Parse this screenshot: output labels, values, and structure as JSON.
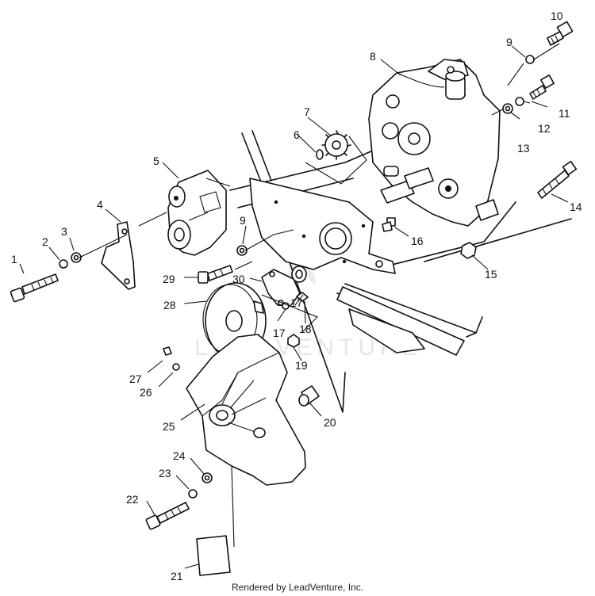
{
  "callouts": {
    "c1": "1",
    "c2": "2",
    "c3": "3",
    "c4": "4",
    "c5": "5",
    "c6": "6",
    "c7": "7",
    "c8": "8",
    "c9a": "9",
    "c9b": "9",
    "c10": "10",
    "c11": "11",
    "c12": "12",
    "c13": "13",
    "c14": "14",
    "c15": "15",
    "c16": "16",
    "c17a": "17",
    "c17b": "17",
    "c18": "18",
    "c19": "19",
    "c20": "20",
    "c21": "21",
    "c22": "22",
    "c23": "23",
    "c24": "24",
    "c25": "25",
    "c26": "26",
    "c27": "27",
    "c28": "28",
    "c29": "29",
    "c30": "30"
  },
  "watermark": "LEADVENTURE",
  "footer": {
    "credit": "Rendered by LeadVenture, Inc."
  }
}
